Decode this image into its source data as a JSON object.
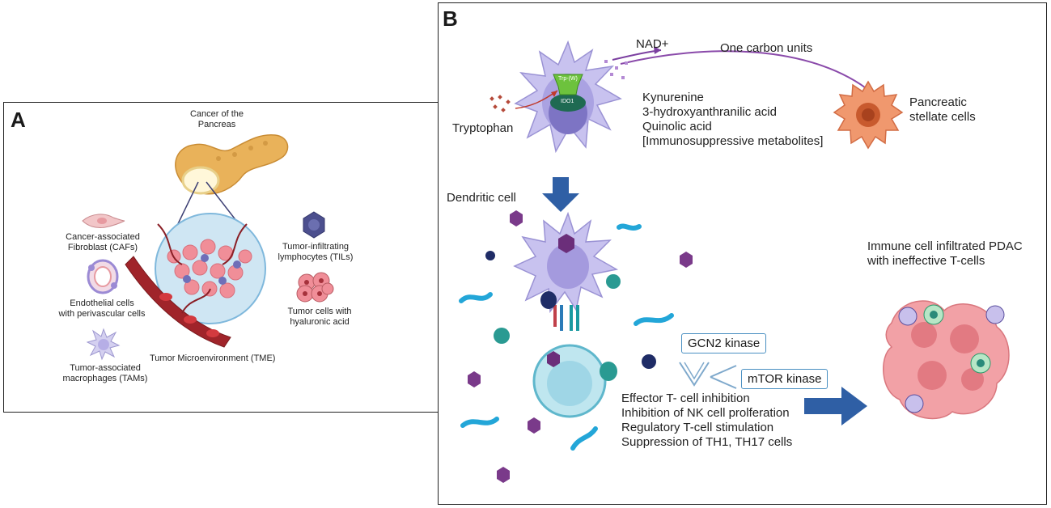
{
  "panel_a": {
    "letter": "A",
    "pancreas_label_line1": "Cancer of the",
    "pancreas_label_line2": "Pancreas",
    "caf_line1": "Cancer-associated",
    "caf_line2": "Fibroblast (CAFs)",
    "endo_line1": "Endothelial cells",
    "endo_line2": "with perivascular cells",
    "tam_line1": "Tumor-associated",
    "tam_line2": "macrophages (TAMs)",
    "til_line1": "Tumor-infiltrating",
    "til_line2": "lymphocytes (TILs)",
    "hyal_line1": "Tumor cells with",
    "hyal_line2": "hyaluronic acid",
    "tme_label": "Tumor Microenvironment (TME)"
  },
  "panel_b": {
    "letter": "B",
    "nad": "NAD+",
    "one_carbon": "One carbon units",
    "tryptophan": "Tryptophan",
    "enzyme_top": "Trp-(W)",
    "enzyme_bottom": "IDO1",
    "metabolites": [
      "Kynurenine",
      "3-hydroxyanthranilic acid",
      "Quinolic acid",
      "[Immunosuppressive metabolites]"
    ],
    "stellate_line1": "Pancreatic",
    "stellate_line2": "stellate cells",
    "dendritic": "Dendritic cell",
    "pdac_line1": "Immune cell infiltrated PDAC",
    "pdac_line2": "with ineffective T-cells",
    "gcn2": "GCN2 kinase",
    "mtor": "mTOR kinase",
    "effects": [
      "Effector T- cell inhibition",
      "Inhibition of NK cell prolferation",
      "Regulatory T-cell stimulation",
      "Suppression of TH1, TH17 cells"
    ]
  },
  "colors": {
    "purple_cell": "#b9b2e6",
    "pancreas": "#e9b25a",
    "stellate": "#f0986e",
    "arrow_blue": "#2f5fa5",
    "teal": "#2a9a92",
    "hex_purple": "#7a3a8a",
    "tumor_pink": "#f2a1a6"
  }
}
